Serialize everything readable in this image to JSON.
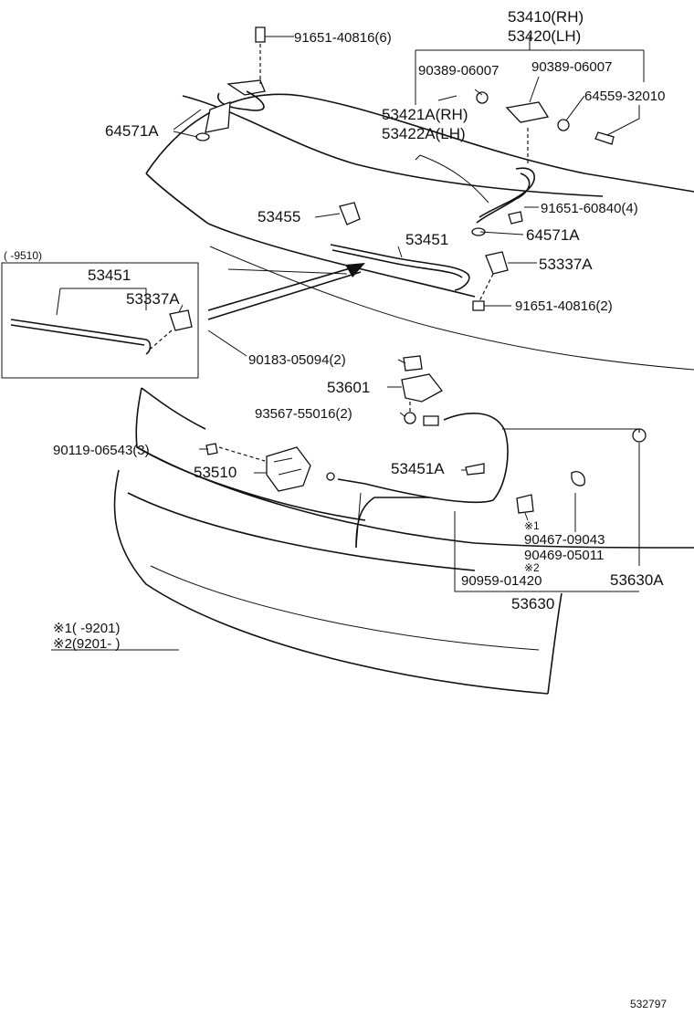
{
  "labels": {
    "p53410": "53410(RH)",
    "p53420": "53420(LH)",
    "p91651_40816_6": "91651-40816(6)",
    "p90389_a": "90389-06007",
    "p90389_b": "90389-06007",
    "p64559": "64559-32010",
    "p53421A": "53421A(RH)",
    "p53422A": "53422A(LH)",
    "p64571A_top": "64571A",
    "p91651_60840": "91651-60840(4)",
    "p53455": "53455",
    "p64571A_mid": "64571A",
    "p53451": "53451",
    "p53337A": "53337A",
    "p91651_40816_2": "91651-40816(2)",
    "inset_range": "(   -9510)",
    "inset_53451": "53451",
    "inset_53337A": "53337A",
    "p90183": "90183-05094(2)",
    "p53601": "53601",
    "p93567": "93567-55016(2)",
    "p90119": "90119-06543(3)",
    "p53510": "53510",
    "p53451A": "53451A",
    "mark1_small": "※1",
    "p90467": "90467-09043",
    "p90469": "90469-05011",
    "mark2_small": "※2",
    "p90959": "90959-01420",
    "p53630A": "53630A",
    "p53630": "53630",
    "note1": "※1(    -9201)",
    "note2": "※2(9201-     )",
    "ref": "532797"
  }
}
